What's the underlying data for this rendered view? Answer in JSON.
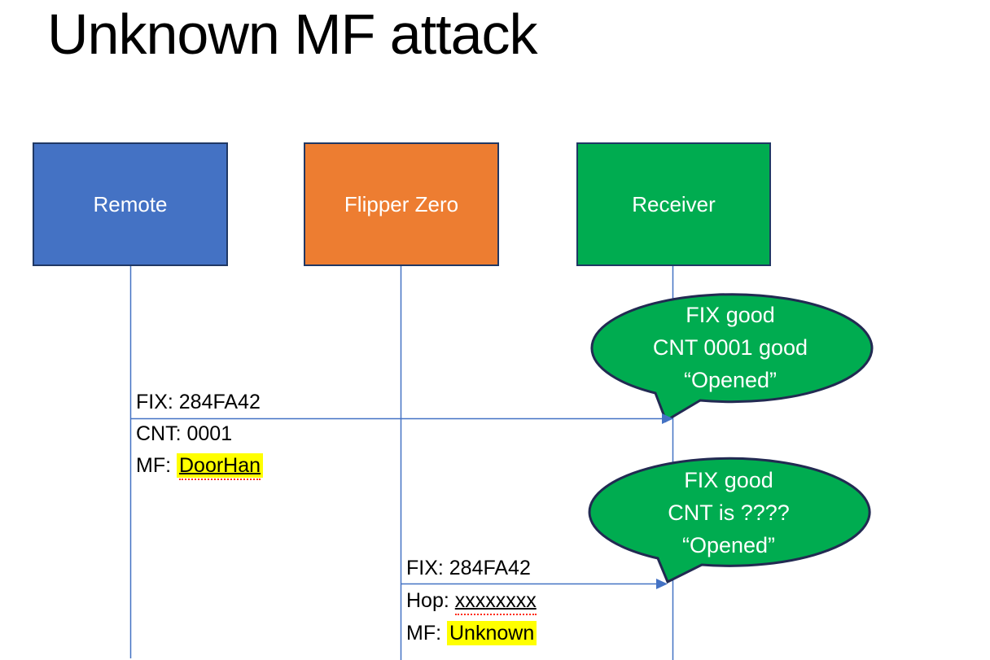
{
  "title": "Unknown MF attack",
  "colors": {
    "remote_fill": "#4472C4",
    "flipper_fill": "#ED7D31",
    "receiver_fill": "#00AC50",
    "box_border": "#203864",
    "bubble_fill": "#00AC50",
    "bubble_border": "#222A52",
    "connector_blue": "#4472C4",
    "highlight_yellow": "#FFFF00",
    "squiggle_red": "#FF2D16",
    "text_dark": "#000000",
    "text_light": "#FFFFFF"
  },
  "actors": {
    "remote": {
      "label": "Remote"
    },
    "flipper": {
      "label": "Flipper Zero"
    },
    "receiver": {
      "label": "Receiver"
    }
  },
  "messages": {
    "m1": {
      "line1": "FIX: 284FA42",
      "line2": "CNT: 0001",
      "line3_prefix": "MF: ",
      "line3_value": "DoorHan"
    },
    "m2": {
      "line1": "FIX: 284FA42",
      "line2_prefix": "Hop: ",
      "line2_value": "xxxxxxxx",
      "line3_prefix": "MF: ",
      "line3_value": "Unknown"
    }
  },
  "bubbles": {
    "b1": {
      "line1": "FIX good",
      "line2": "CNT 0001 good",
      "line3": "“Opened”"
    },
    "b2": {
      "line1": "FIX good",
      "line2": "CNT is ????",
      "line3": "“Opened”"
    }
  }
}
